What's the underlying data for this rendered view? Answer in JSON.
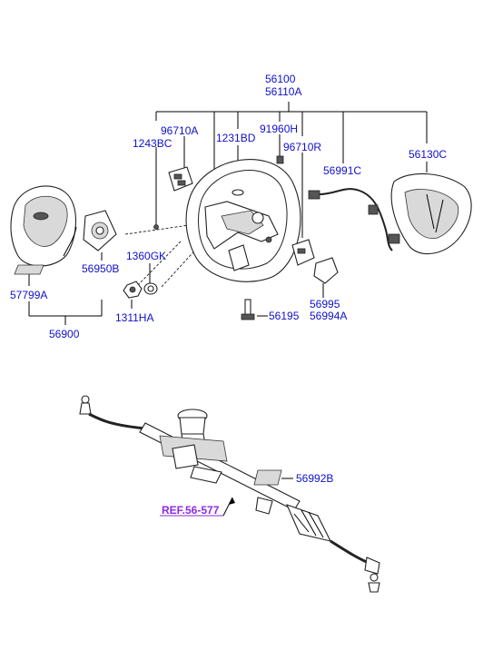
{
  "labels": {
    "p56100": "56100",
    "p56110A": "56110A",
    "p96710A": "96710A",
    "p1243BC": "1243BC",
    "p1231BD": "1231BD",
    "p91960H": "91960H",
    "p96710R": "96710R",
    "p56130C": "56130C",
    "p56991C": "56991C",
    "p56950B": "56950B",
    "p1360GK": "1360GK",
    "p57799A": "57799A",
    "p1311HA": "1311HA",
    "p56900": "56900",
    "p56195": "56195",
    "p56995": "56995",
    "p56994A": "56994A",
    "p56992B": "56992B",
    "ref": "REF.56-577"
  },
  "colors": {
    "label": "#1010c8",
    "reference": "#8a2be2",
    "line": "#000000"
  }
}
